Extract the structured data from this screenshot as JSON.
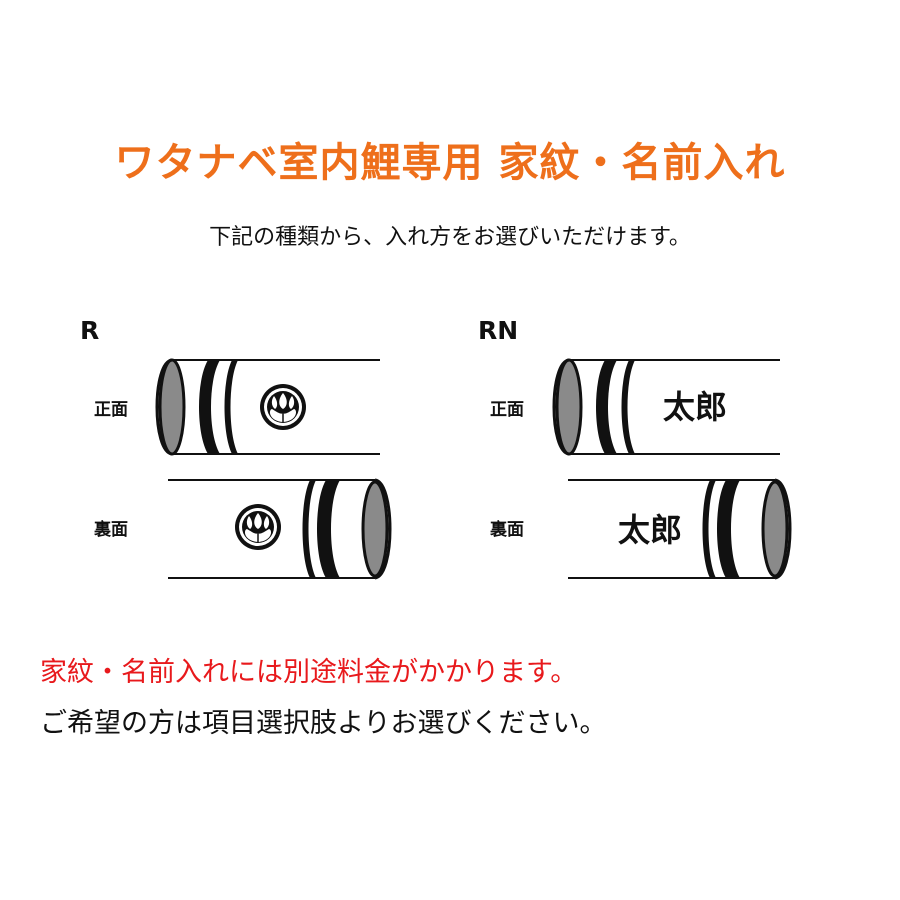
{
  "title": "ワタナベ室内鯉専用 家紋・名前入れ",
  "subtitle": "下記の種類から、入れ方をお選びいただけます。",
  "options": [
    {
      "label": "R",
      "front_label": "正面",
      "back_label": "裏面",
      "front_mark": "kiri-crest-icon",
      "back_mark": "kiri-crest-icon"
    },
    {
      "label": "RN",
      "front_label": "正面",
      "back_label": "裏面",
      "front_name": "太郎",
      "back_name": "太郎"
    }
  ],
  "notes": {
    "fee": "家紋・名前入れには別途料金がかかります。",
    "select": "ご希望の方は項目選択肢よりお選びください。"
  },
  "colors": {
    "title": "#ee6f1b",
    "fee_note": "#e8191c",
    "text": "#111111",
    "tube_inside": "#8a8a8a"
  }
}
